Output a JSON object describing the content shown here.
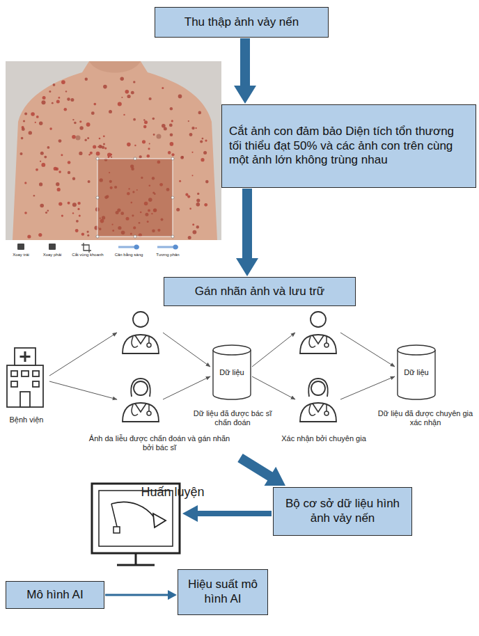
{
  "diagram": {
    "nodes": [
      {
        "text": [
          "Thu thập ảnh vảy nến"
        ]
      },
      {
        "text": [
          "Cắt ảnh con đảm bảo Diện tích tổn thương tối thiểu đạt 50% và các ảnh con trên cùng một ảnh lớn không trùng nhau"
        ]
      },
      {
        "text": [
          "Gán nhãn ảnh và lưu trữ"
        ]
      },
      {
        "text": [
          "Dữ liệu"
        ]
      },
      {
        "text": [
          "Dữ liệu"
        ]
      },
      {
        "text": [
          "Bộ cơ sở dữ liệu hình ảnh vảy nến"
        ]
      },
      {
        "text": [
          "Mô hình AI"
        ]
      },
      {
        "text": [
          "Hiệu suất mô hình AI"
        ]
      }
    ],
    "edges": [
      {
        "from": 0,
        "to": 1,
        "arrow": "to"
      },
      {
        "from": 1,
        "to": 2,
        "arrow": "to"
      },
      {
        "from": 6,
        "to": 7,
        "arrow": "to"
      }
    ],
    "labels": [
      "Xoay trái",
      "Xoay phải",
      "Cắt vùng khoanh",
      "Cân bằng sáng",
      "Tương phản",
      "Bệnh viện",
      "Dữ liệu đã được bác sĩ chẩn đoán",
      "Dữ liệu đã được chuyên gia xác nhận",
      "Ảnh da liễu được chẩn đoán và gán nhãn bởi bác sĩ",
      "Xác nhận bởi chuyên gia",
      "Huấn luyện"
    ]
  }
}
